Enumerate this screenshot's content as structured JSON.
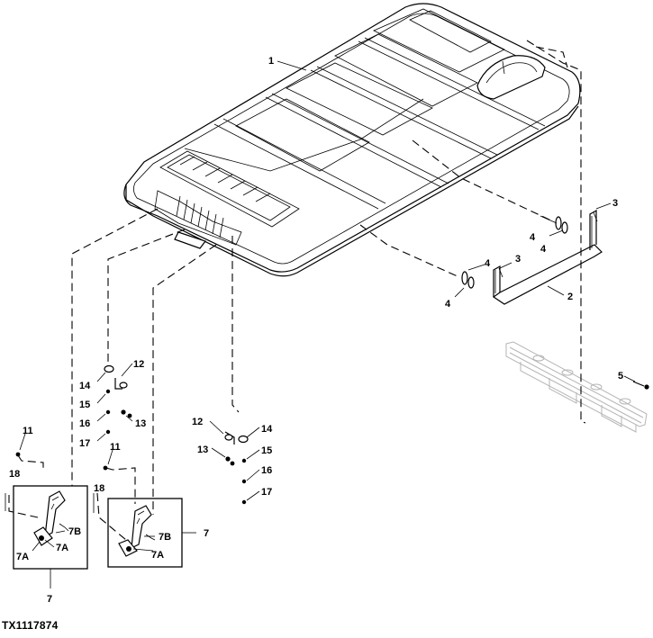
{
  "figure_id": "TX1117874",
  "callouts": {
    "c1": "1",
    "c2": "2",
    "c3a": "3",
    "c3b": "3",
    "c4a": "4",
    "c4b": "4",
    "c4c": "4",
    "c4d": "4",
    "c5": "5",
    "c7a": "7",
    "c7b": "7",
    "c11a": "11",
    "c11b": "11",
    "c12a": "12",
    "c12b": "12",
    "c13a": "13",
    "c13b": "13",
    "c14a": "14",
    "c14b": "14",
    "c15a": "15",
    "c15b": "15",
    "c16a": "16",
    "c16b": "16",
    "c17a": "17",
    "c17b": "17",
    "c18a": "18",
    "c18b": "18",
    "c7Ba": "7B",
    "c7Aa1": "7A",
    "c7Aa2": "7A",
    "c7Bb": "7B",
    "c7Ab": "7A"
  }
}
